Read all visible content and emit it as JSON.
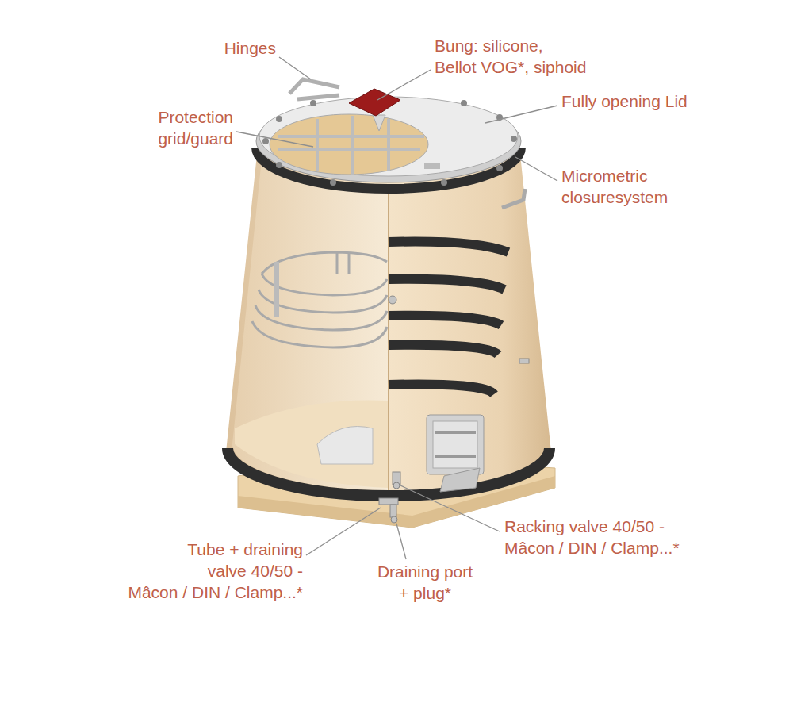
{
  "diagram": {
    "labels": [
      "Hinges",
      "Bung: silicone, Bellot VOG*, siphoid",
      "Protection grid/guard",
      "Fully opening Lid",
      "Micrometric closuresystem",
      "Racking valve 40/50 - Mâcon / DIN / Clamp...*",
      "Tube + draining valve 40/50 - Mâcon / DIN / Clamp...*",
      "Draining port + plug*"
    ]
  }
}
